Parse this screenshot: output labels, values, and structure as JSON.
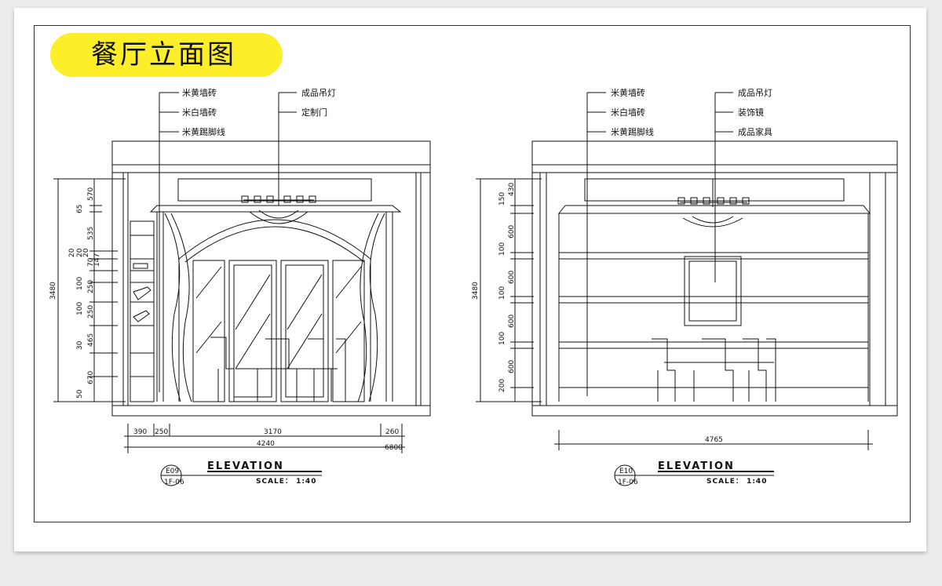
{
  "title": "餐厅立面图",
  "colors": {
    "title_bg": "#fdee2a",
    "line": "#111111",
    "page_bg": "#ececec"
  },
  "left": {
    "labels_left": [
      "米黄墙砖",
      "米白墙砖",
      "米黄踢脚线"
    ],
    "labels_right": [
      "成品吊灯",
      "定制门"
    ],
    "dims_bottom": [
      "390",
      "250",
      "3170",
      "260",
      "4240",
      "6800"
    ],
    "dims_vertical": [
      "570",
      "65",
      "535",
      "20",
      "20",
      "20",
      "70",
      "147",
      "100",
      "250",
      "100",
      "250",
      "30",
      "465",
      "670",
      "50",
      "3480"
    ],
    "drawing_label": "ELEVATION",
    "scale": "SCALE：  1:40",
    "ref_top": "E09",
    "ref_bottom": "1F-06"
  },
  "right": {
    "labels_left": [
      "米黄墙砖",
      "米白墙砖",
      "米黄踢脚线"
    ],
    "labels_right": [
      "成品吊灯",
      "装饰镜",
      "成品家具"
    ],
    "dims_bottom": [
      "4765"
    ],
    "dims_vertical": [
      "150",
      "430",
      "600",
      "100",
      "600",
      "100",
      "600",
      "100",
      "600",
      "200",
      "3480"
    ],
    "drawing_label": "ELEVATION",
    "scale": "SCALE：  1:40",
    "ref_top": "E10",
    "ref_bottom": "1F-06"
  }
}
